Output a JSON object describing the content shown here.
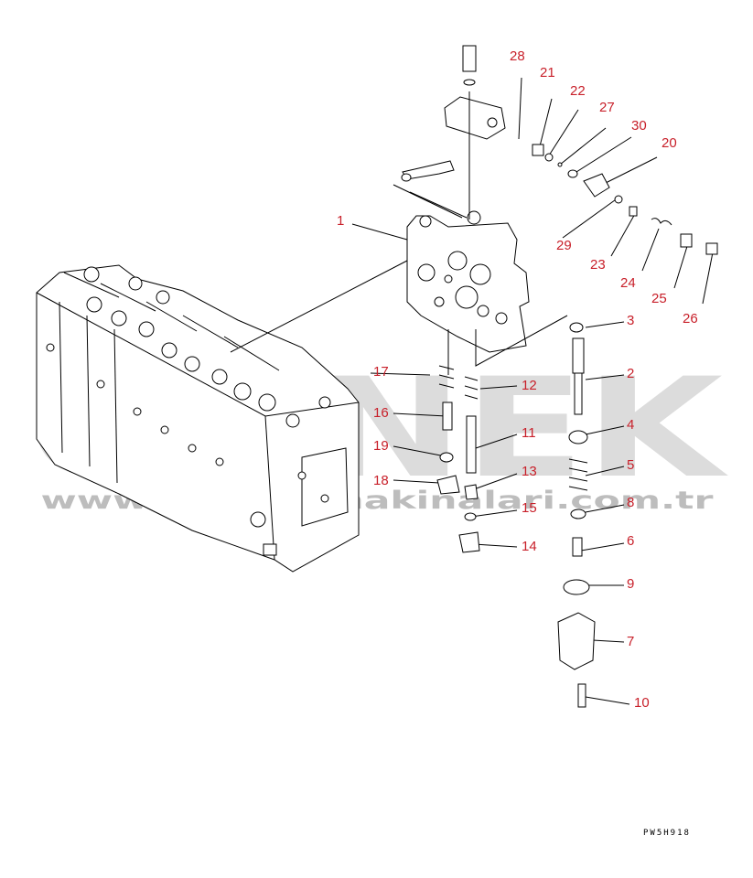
{
  "watermark": {
    "brand": "ÖRNEK",
    "url": "www.ornekismakinalari.com.tr",
    "color": "#d9d9d9"
  },
  "drawing_code": "PW5H918",
  "callout_color": "#c8202a",
  "callouts": [
    "1",
    "2",
    "3",
    "4",
    "5",
    "6",
    "7",
    "8",
    "9",
    "10",
    "11",
    "12",
    "13",
    "14",
    "15",
    "16",
    "17",
    "18",
    "19",
    "20",
    "21",
    "22",
    "23",
    "24",
    "25",
    "26",
    "27",
    "28",
    "29",
    "30"
  ]
}
